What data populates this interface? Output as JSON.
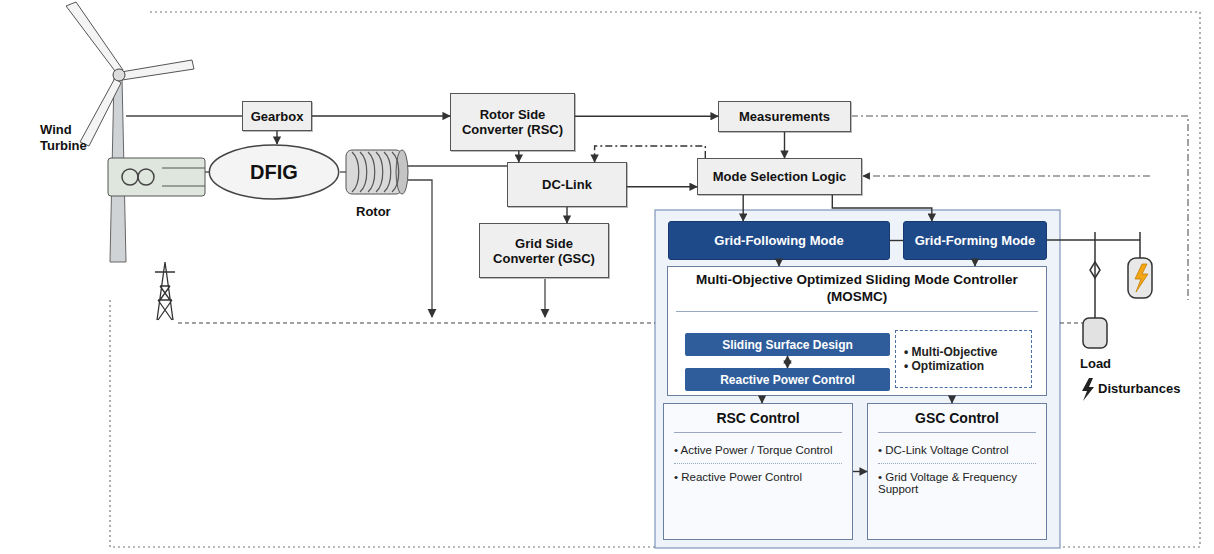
{
  "diagram": {
    "nodes": [
      {
        "text": [
          "Gearbox"
        ]
      },
      {
        "text": [
          "DFIG"
        ]
      },
      {
        "text": [
          "Rotor Side Converter (RSC)"
        ]
      },
      {
        "text": [
          "Measurements"
        ]
      },
      {
        "text": [
          "Mode Selection Logic"
        ]
      },
      {
        "text": [
          "DC-Link"
        ]
      },
      {
        "text": [
          "Grid Side Converter (GSC)"
        ]
      },
      {
        "text": [
          "Grid-Following Mode"
        ]
      },
      {
        "text": [
          "Grid-Forming Mode"
        ]
      },
      {
        "text": [
          "Multi-Objective Optimized Sliding Mode Controller (MOSMC)"
        ]
      },
      {
        "text": [
          "Sliding Surface Design"
        ],
        "in": 9
      },
      {
        "text": [
          "Reactive Power Control"
        ],
        "in": 9
      },
      {
        "text": [
          "• Multi-Objective",
          "• Optimization"
        ],
        "in": 9
      },
      {
        "text": [
          "RSC Control",
          "• Active Power / Torque Control",
          "• Reactive Power Control"
        ]
      },
      {
        "text": [
          "GSC Control",
          "• DC-Link Voltage Control",
          "• Grid Voltage & Frequency Support"
        ]
      }
    ],
    "edges": [
      {
        "from": 0,
        "to": 1,
        "arrow": "to"
      },
      {
        "from": 0,
        "to": 2,
        "arrow": "to"
      },
      {
        "from": 2,
        "to": 3,
        "arrow": "to"
      },
      {
        "from": 2,
        "to": 5,
        "arrow": "to"
      },
      {
        "from": 5,
        "to": 6,
        "arrow": "to"
      },
      {
        "from": 5,
        "to": 4,
        "arrow": "to"
      },
      {
        "from": 3,
        "to": 4,
        "arrow": "to"
      },
      {
        "from": 4,
        "to": 5,
        "arrow": "to"
      },
      {
        "from": 4,
        "to": 7,
        "arrow": "to"
      },
      {
        "from": 4,
        "to": 8,
        "arrow": "to"
      },
      {
        "from": 7,
        "to": 8,
        "arrow": "none"
      },
      {
        "from": 7,
        "to": 9,
        "arrow": "to"
      },
      {
        "from": 8,
        "to": 9,
        "arrow": "to"
      },
      {
        "from": 10,
        "to": 11,
        "arrow": "both"
      },
      {
        "from": 9,
        "to": 13,
        "arrow": "to"
      },
      {
        "from": 9,
        "to": 14,
        "arrow": "to"
      },
      {
        "from": 13,
        "to": 14,
        "arrow": "to"
      }
    ],
    "labels": [
      "Wind Turbine",
      "Rotor",
      "Load",
      "Disturbances"
    ]
  }
}
